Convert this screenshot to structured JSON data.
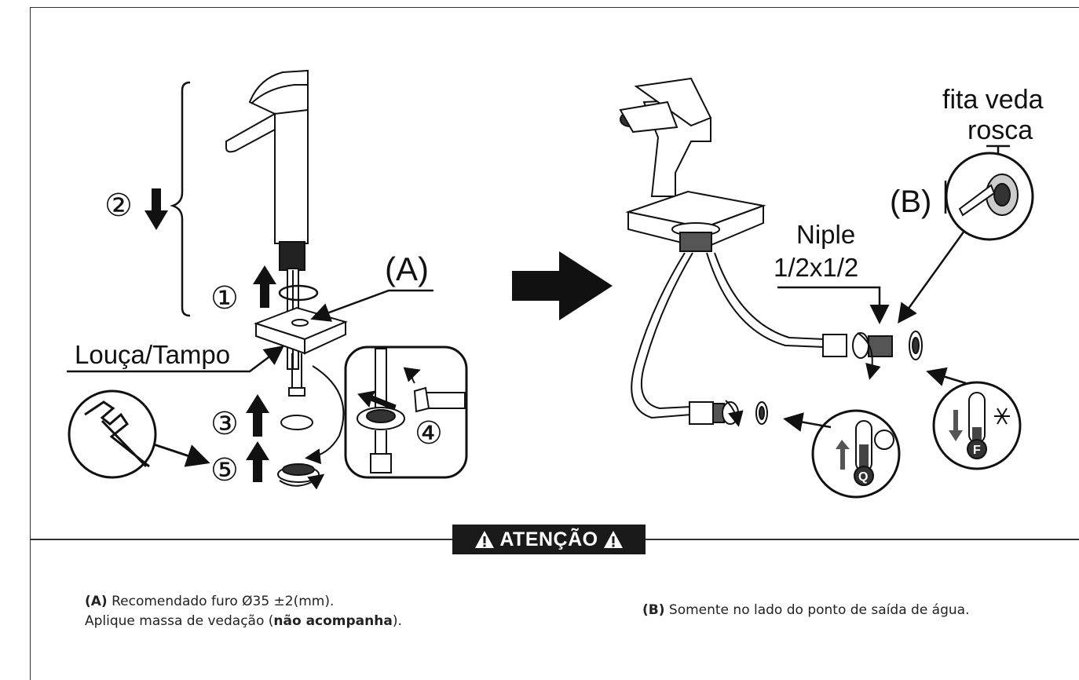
{
  "diagram": {
    "left": {
      "step1": "①",
      "step2": "②",
      "step3": "③",
      "step4": "④",
      "step5": "⑤",
      "label_a": "(A)",
      "label_louca": "Louça/Tampo"
    },
    "right": {
      "label_b": "(B)",
      "fita_line1": "fita veda",
      "fita_line2": "rosca",
      "niple_line1": "Niple",
      "niple_line2": "1/2x1/2",
      "hot_letter": "Q",
      "cold_letter": "F"
    }
  },
  "warning": {
    "title": "ATENÇÃO",
    "icon_left": "warning-triangle-icon",
    "icon_right": "warning-triangle-icon"
  },
  "notes": {
    "a_prefix": "(A)",
    "a_line1": " Recomendado furo Ø35 ±2(mm).",
    "a_line2_start": "Aplique massa de vedação (",
    "a_line2_bold": "não acompanha",
    "a_line2_end": ").",
    "b_prefix": "(B)",
    "b_text": " Somente no lado do ponto de saída de água."
  }
}
